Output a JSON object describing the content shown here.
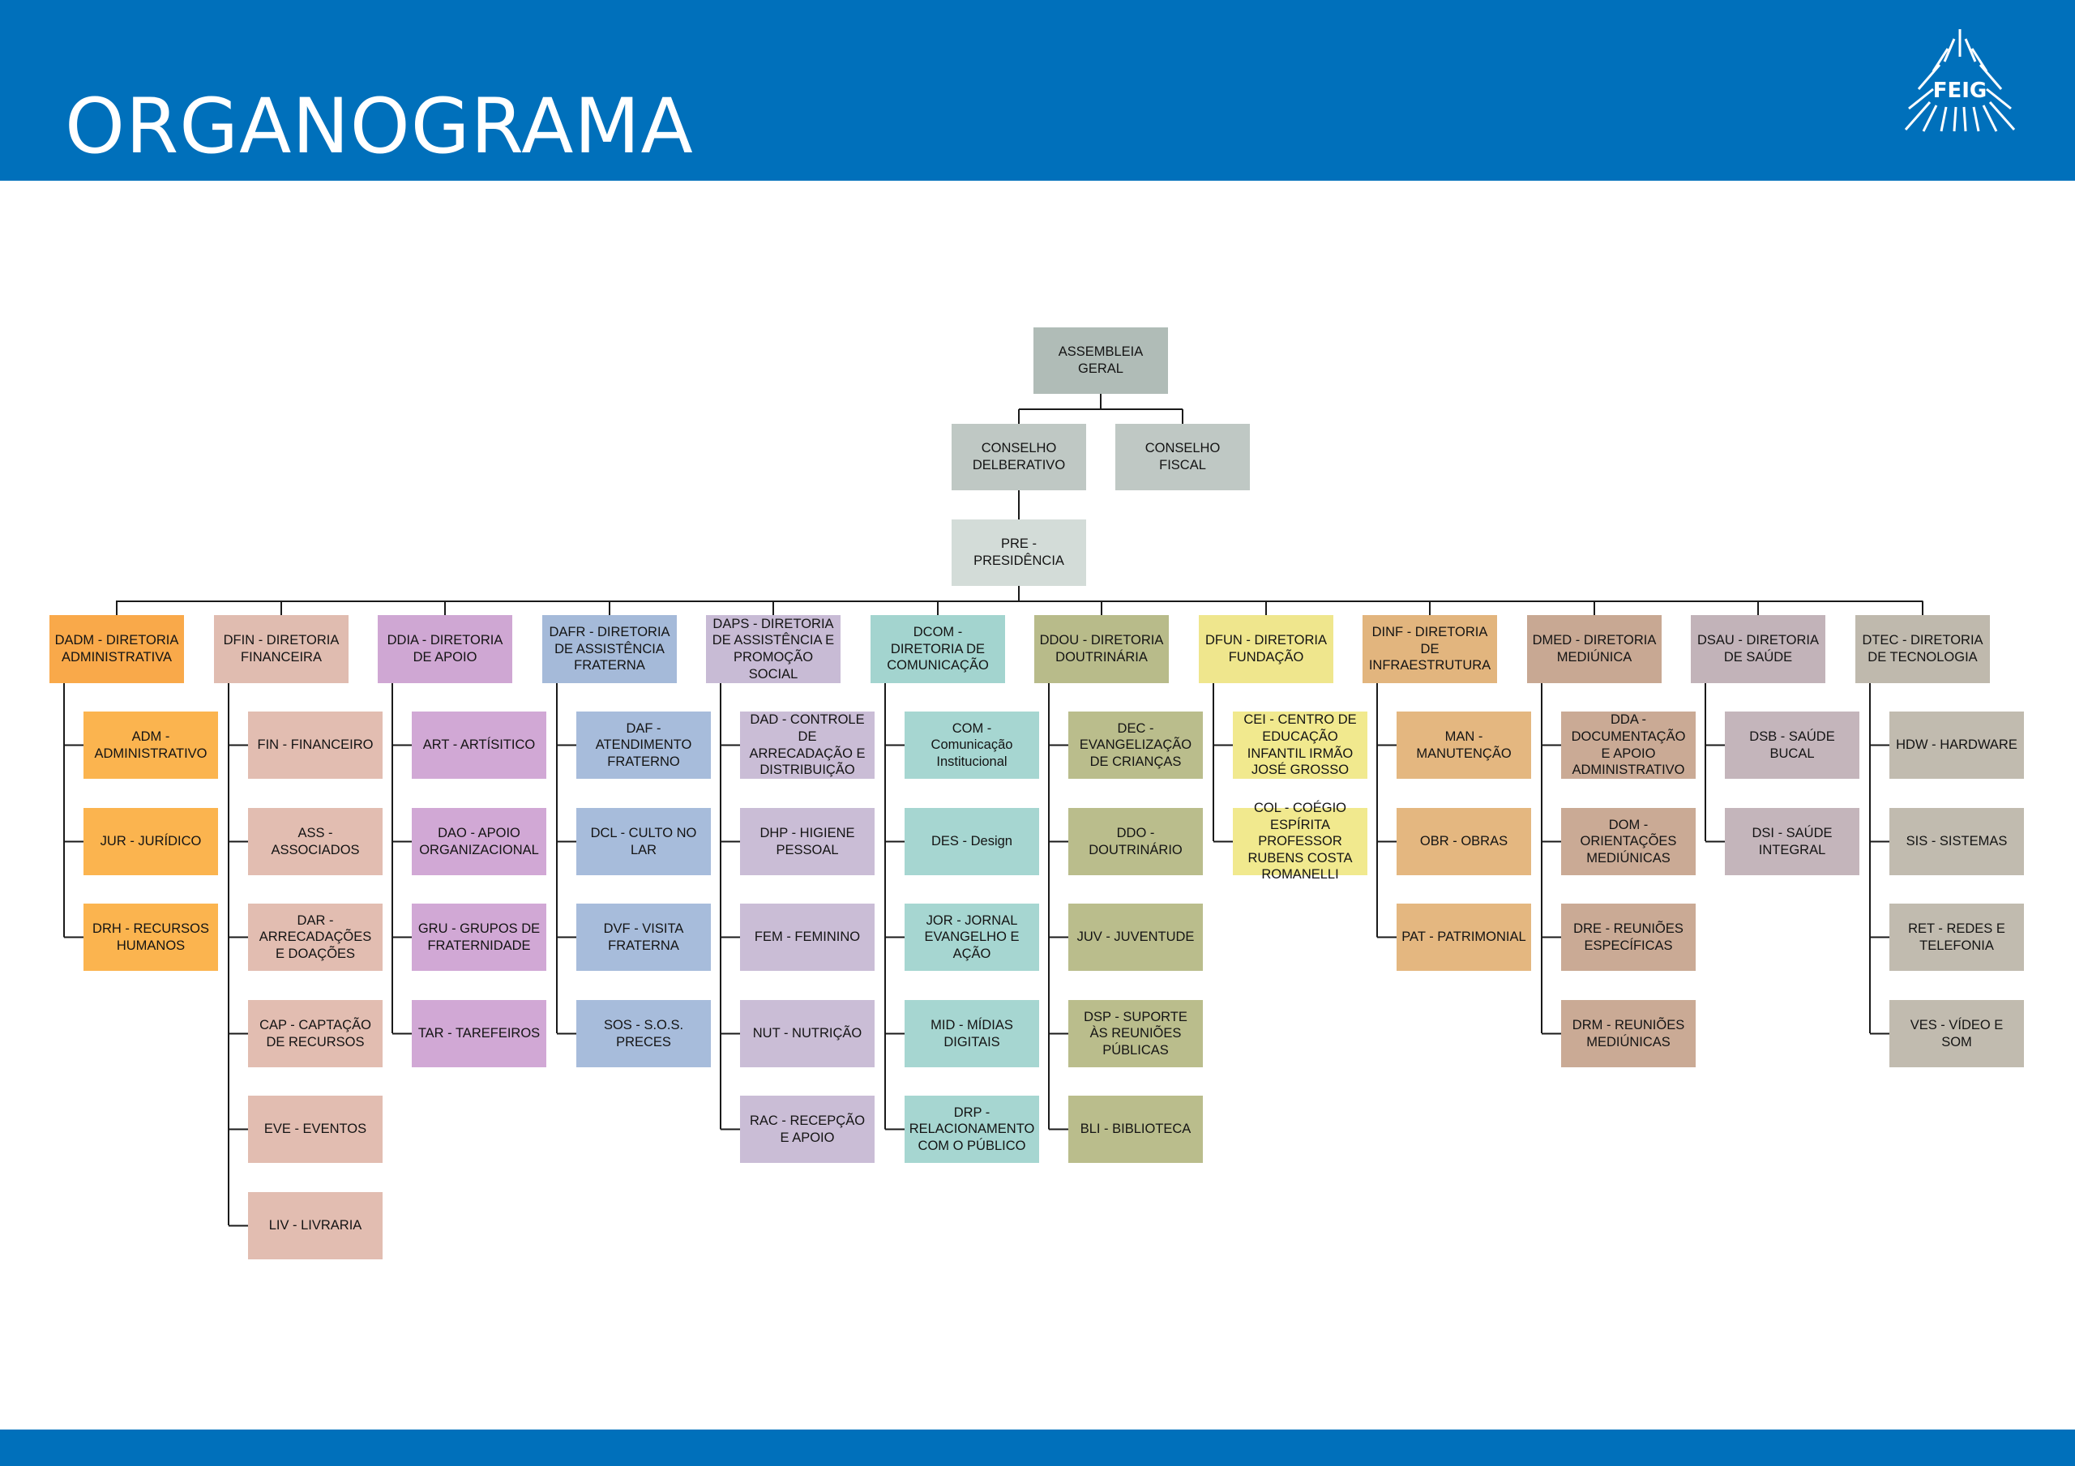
{
  "header": {
    "title": "ORGANOGRAMA",
    "logo_text": "FEIG",
    "bar_color": "#0070bb"
  },
  "top": {
    "assembleia": {
      "label": "ASSEMBLEIA GERAL",
      "color": "#b0bcb7"
    },
    "conselho_deliberativo": {
      "label": "CONSELHO DELBERATIVO",
      "color": "#bfc8c4"
    },
    "conselho_fiscal": {
      "label": "CONSELHO FISCAL",
      "color": "#bfc8c4"
    },
    "presidencia": {
      "label": "PRE - PRESIDÊNCIA",
      "color": "#d3dcd8"
    }
  },
  "directorates": [
    {
      "label": "DADM - DIRETORIA ADMINISTRATIVA",
      "color": "#f9a94a",
      "sub_color": "#fbb44f",
      "units": [
        "ADM - ADMINISTRATIVO",
        "JUR - JURÍDICO",
        "DRH - RECURSOS HUMANOS"
      ]
    },
    {
      "label": "DFIN - DIRETORIA FINANCEIRA",
      "color": "#e0bcb0",
      "sub_color": "#e2bdb1",
      "units": [
        "FIN - FINANCEIRO",
        "ASS - ASSOCIADOS",
        "DAR - ARRECADAÇÕES E DOAÇÕES",
        "CAP - CAPTAÇÃO DE RECURSOS",
        "EVE  - EVENTOS",
        "LIV - LIVRARIA"
      ]
    },
    {
      "label": "DDIA - DIRETORIA DE APOIO",
      "color": "#cfa7d3",
      "sub_color": "#d1a8d5",
      "units": [
        "ART - ARTÍSITICO",
        "DAO - APOIO ORGANIZACIONAL",
        "GRU - GRUPOS DE FRATERNIDADE",
        "TAR - TAREFEIROS"
      ]
    },
    {
      "label": "DAFR - DIRETORIA DE ASSISTÊNCIA FRATERNA",
      "color": "#a5bad9",
      "sub_color": "#a7bcdb",
      "units": [
        "DAF - ATENDIMENTO FRATERNO",
        "DCL - CULTO NO LAR",
        "DVF - VISITA FRATERNA",
        "SOS - S.O.S. PRECES"
      ]
    },
    {
      "label": "DAPS - DIRETORIA DE ASSISTÊNCIA E PROMOÇÃO SOCIAL",
      "color": "#c8bbd5",
      "sub_color": "#cabdd6",
      "units": [
        "DAD - CONTROLE DE ARRECADAÇÃO E DISTRIBUIÇÃO",
        "DHP - HIGIENE PESSOAL",
        "FEM - FEMININO",
        "NUT - NUTRIÇÃO",
        "RAC - RECEPÇÃO E APOIO"
      ]
    },
    {
      "label": "DCOM - DIRETORIA DE COMUNICAÇÃO",
      "color": "#a3d4cf",
      "sub_color": "#a6d6d1",
      "units": [
        "COM - Comunicação Institucional",
        "DES - Design",
        "JOR - JORNAL EVANGELHO E AÇÃO",
        "MID - MÍDIAS DIGITAIS",
        "DRP - RELACIONAMENTO COM O PÚBLICO"
      ]
    },
    {
      "label": "DDOU - DIRETORIA DOUTRINÁRIA",
      "color": "#b8bb8a",
      "sub_color": "#babd8c",
      "units": [
        "DEC - EVANGELIZAÇÃO DE CRIANÇAS",
        "DDO - DOUTRINÁRIO",
        "JUV - JUVENTUDE",
        "DSP - SUPORTE ÀS REUNIÕES PÚBLICAS",
        "BLI - BIBLIOTECA"
      ]
    },
    {
      "label": "DFUN - DIRETORIA FUNDAÇÃO",
      "color": "#efe68d",
      "sub_color": "#f1e98e",
      "units": [
        "CEI - CENTRO DE EDUCAÇÃO INFANTIL IRMÃO JOSÉ GROSSO",
        "COL - COÉGIO ESPÍRITA PROFESSOR RUBENS COSTA ROMANELLI"
      ]
    },
    {
      "label": "DINF - DIRETORIA DE INFRAESTRUTURA",
      "color": "#e2b57e",
      "sub_color": "#e4b780",
      "units": [
        "MAN - MANUTENÇÃO",
        "OBR - OBRAS",
        "PAT - PATRIMONIAL"
      ]
    },
    {
      "label": "DMED - DIRETORIA MEDIÚNICA",
      "color": "#c8a893",
      "sub_color": "#caaa95",
      "units": [
        "DDA - DOCUMENTAÇÃO E APOIO ADMINISTRATIVO",
        "DOM - ORIENTAÇÕES MEDIÚNICAS",
        "DRE - REUNIÕES ESPECÍFICAS",
        "DRM - REUNIÕES MEDIÚNICAS"
      ]
    },
    {
      "label": "DSAU - DIRETORIA DE SAÚDE",
      "color": "#c2b3b9",
      "sub_color": "#c4b5bb",
      "units": [
        "DSB - SAÚDE BUCAL",
        "DSI - SAÚDE INTEGRAL"
      ]
    },
    {
      "label": "DTEC - DIRETORIA DE TECNOLOGIA",
      "color": "#bfb9ad",
      "sub_color": "#c1bbaf",
      "units": [
        "HDW - HARDWARE",
        "SIS - SISTEMAS",
        "RET - REDES E TELEFONIA",
        "VES - VÍDEO E SOM"
      ]
    }
  ]
}
